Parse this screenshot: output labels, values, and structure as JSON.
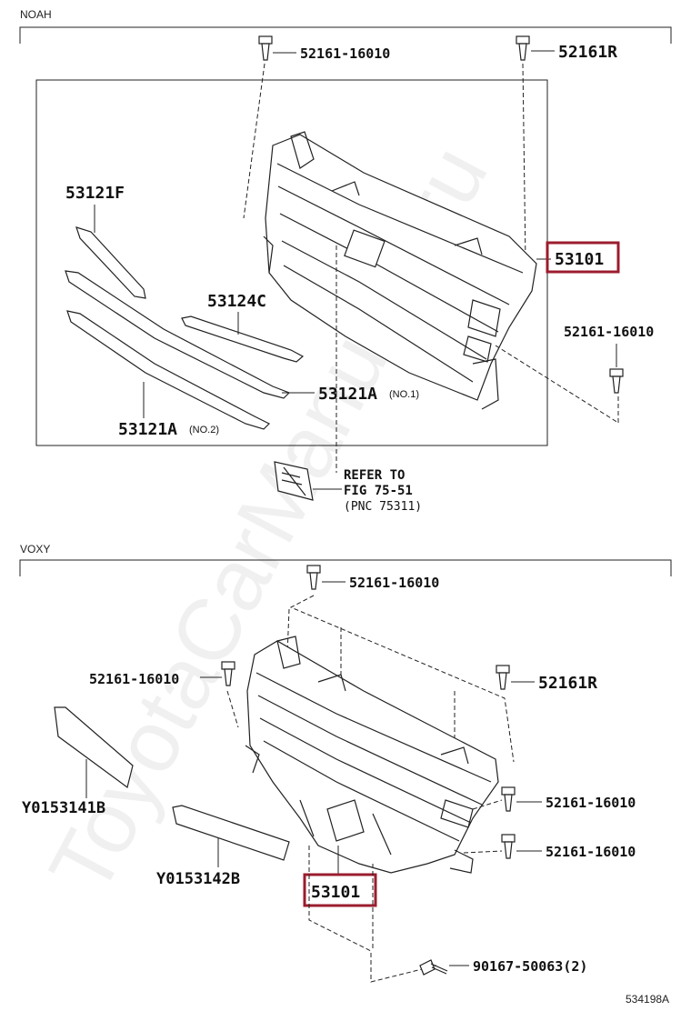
{
  "sections": {
    "top": "NOAH",
    "bottom": "VOXY"
  },
  "labels": {
    "clip_16010": "52161-16010",
    "clip_r": "52161R",
    "grille": "53101",
    "moulding_f": "53121F",
    "moulding_c": "53124C",
    "moulding_a": "53121A",
    "moulding_a_no1": "(NO.1)",
    "moulding_a_no2": "(NO.2)",
    "emblem_ref_1": "REFER TO",
    "emblem_ref_2": "FIG 75-51",
    "emblem_ref_3": "(PNC 75311)",
    "y0153141b": "Y0153141B",
    "y0153142b": "Y0153142B",
    "screw": "90167-50063(2)",
    "diagram_id": "534198A"
  },
  "watermark": "ToyotaCarManuals.ru",
  "colors": {
    "highlight": "#9b1c2e"
  }
}
